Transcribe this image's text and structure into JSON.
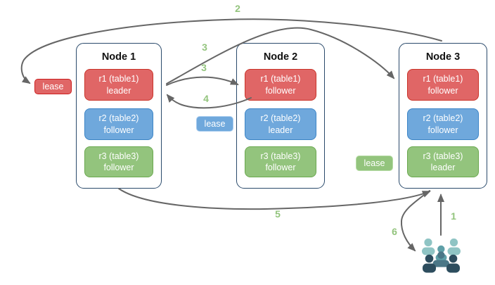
{
  "diagram": {
    "nodes": [
      {
        "title": "Node 1",
        "replicas": [
          {
            "name": "r1 (table1)",
            "role": "leader",
            "color": "#e06666"
          },
          {
            "name": "r2 (table2)",
            "role": "follower",
            "color": "#6fa8dc"
          },
          {
            "name": "r3 (table3)",
            "role": "follower",
            "color": "#93c47d"
          }
        ]
      },
      {
        "title": "Node 2",
        "replicas": [
          {
            "name": "r1 (table1)",
            "role": "follower",
            "color": "#e06666"
          },
          {
            "name": "r2 (table2)",
            "role": "leader",
            "color": "#6fa8dc"
          },
          {
            "name": "r3 (table3)",
            "role": "follower",
            "color": "#93c47d"
          }
        ]
      },
      {
        "title": "Node 3",
        "replicas": [
          {
            "name": "r1 (table1)",
            "role": "follower",
            "color": "#e06666"
          },
          {
            "name": "r2 (table2)",
            "role": "follower",
            "color": "#6fa8dc"
          },
          {
            "name": "r3 (table3)",
            "role": "leader",
            "color": "#93c47d"
          }
        ]
      }
    ],
    "leases": [
      {
        "label": "lease",
        "color": "#e06666"
      },
      {
        "label": "lease",
        "color": "#6fa8dc"
      },
      {
        "label": "lease",
        "color": "#93c47d"
      }
    ],
    "steps": {
      "step1": "1",
      "step2": "2",
      "step3a": "3",
      "step3b": "3",
      "step4": "4",
      "step5": "5",
      "step6": "6"
    },
    "colors": {
      "arrow": "#666666",
      "node_border": "#2a4a6b",
      "step_label": "#93c47d",
      "red_fill": "#e06666",
      "red_border": "#c9342a",
      "blue_fill": "#6fa8dc",
      "blue_border": "#3d85c6",
      "green_fill": "#93c47d",
      "green_border": "#6aa84f"
    },
    "users_icon_colors": {
      "back": "#8fc4c4",
      "middle": "#5fa0a8",
      "center_front": "#4b7787",
      "front": "#2d4d5e"
    }
  }
}
